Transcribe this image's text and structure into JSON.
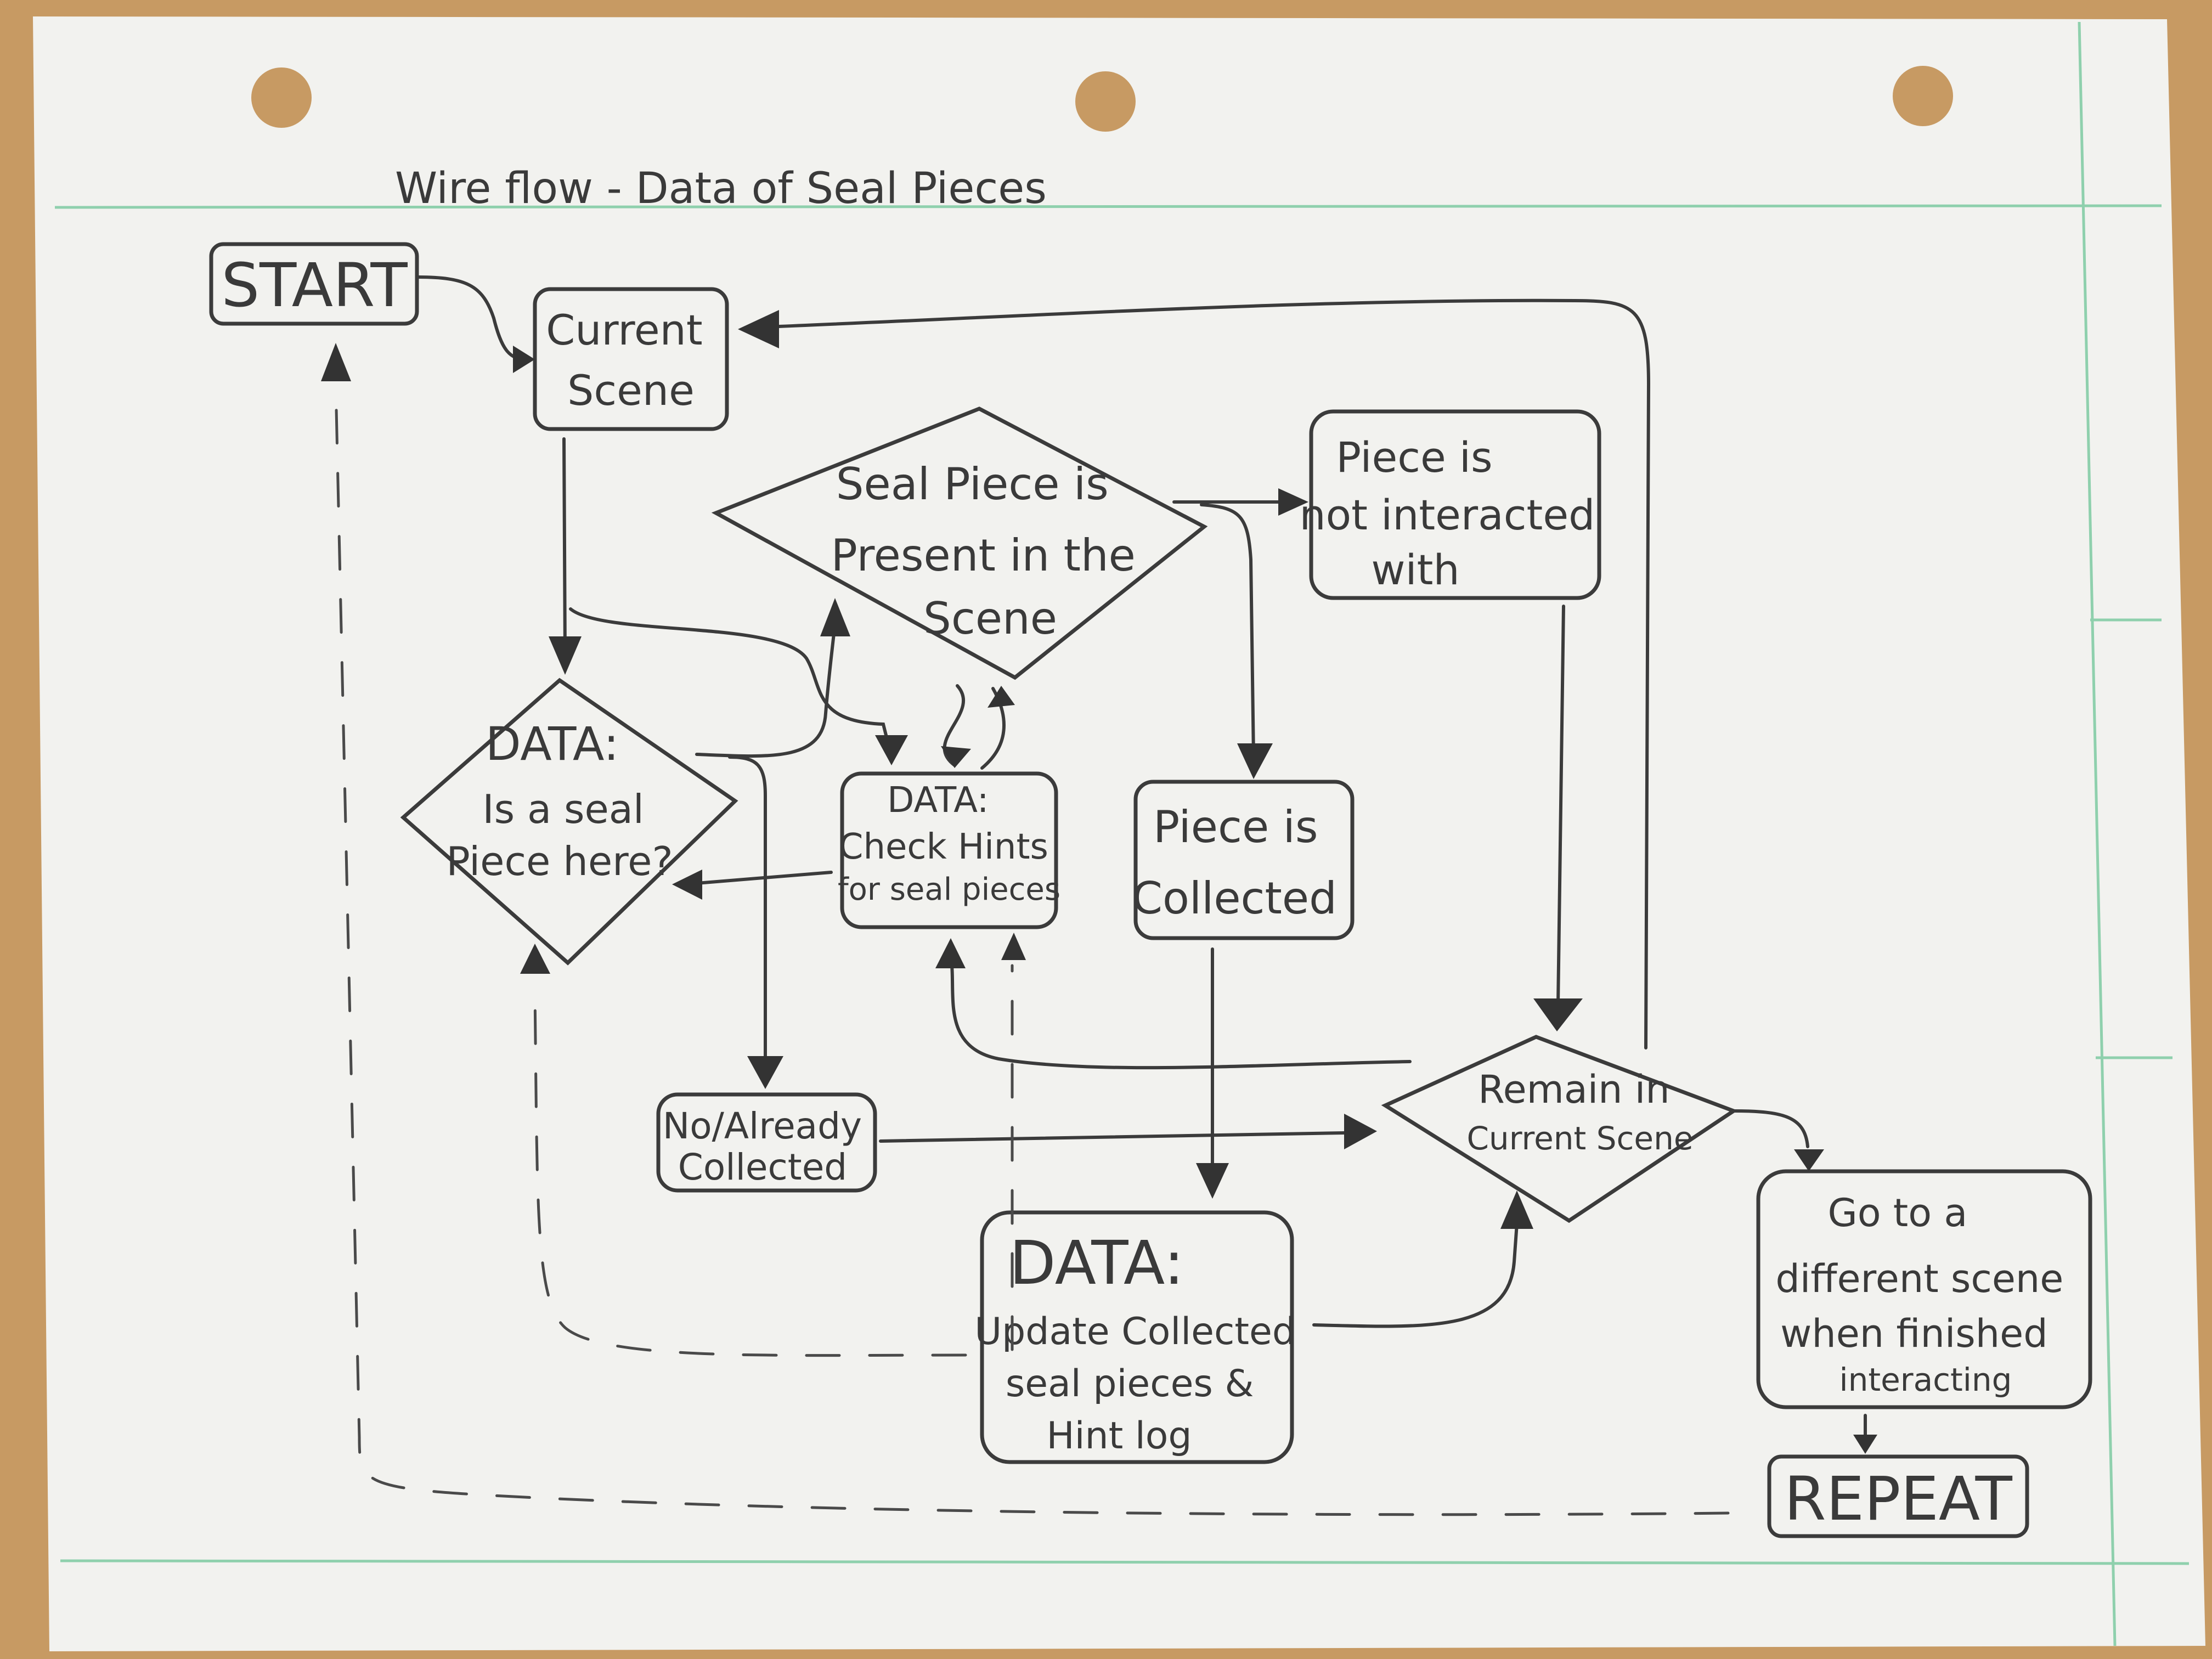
{
  "title": "Wire flow - Data of Seal Pieces",
  "nodes": {
    "start": [
      "START"
    ],
    "current_scene": [
      "Current",
      "Scene"
    ],
    "seal_present": [
      "Seal Piece is",
      "Present in the",
      "Scene"
    ],
    "not_interacted": [
      "Piece is",
      "not interacted",
      "with"
    ],
    "data_is_seal": [
      "DATA:",
      "Is a seal",
      "Piece here?"
    ],
    "data_check_hints": [
      "DATA:",
      "Check Hints",
      "for seal pieces"
    ],
    "piece_collected": [
      "Piece is",
      "Collected"
    ],
    "no_already": [
      "No/Already",
      "Collected"
    ],
    "remain": [
      "Remain in",
      "Current Scene"
    ],
    "data_update": [
      "DATA:",
      "Update Collected",
      "seal pieces &",
      "Hint log"
    ],
    "go_different": [
      "Go to a",
      "different scene",
      "when finished",
      "interacting"
    ],
    "repeat": [
      "REPEAT"
    ]
  },
  "colors": {
    "paper": "#f2f2ef",
    "wood": "#c79a63",
    "ink": "#3b3b3b",
    "margin_line": "#8fd0ad"
  }
}
